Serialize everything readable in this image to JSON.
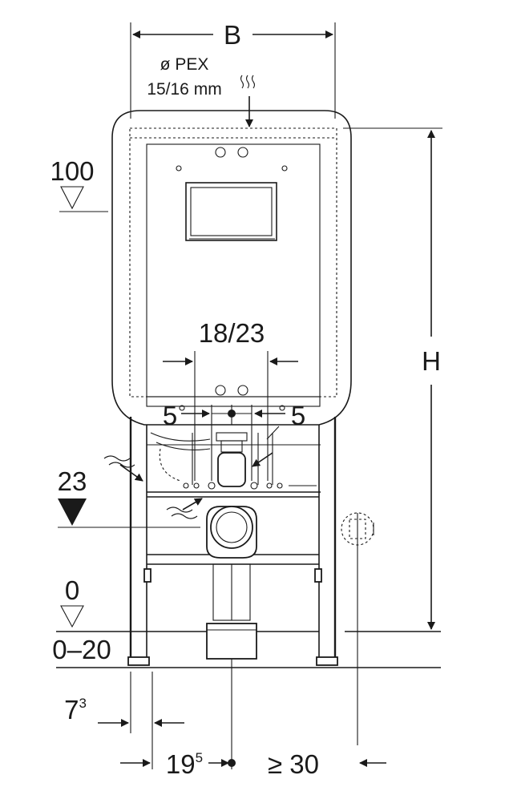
{
  "dimensions": {
    "width_label": "B",
    "height_label": "H",
    "pex_line1": "ø PEX",
    "pex_line2": "15/16 mm",
    "level_100": "100",
    "level_23": "23",
    "level_0": "0",
    "level_0_20": "0–20",
    "span_18_23": "18/23",
    "offset_left": "5",
    "offset_right": "5",
    "dim_7": "7",
    "dim_7_sup": "3",
    "dim_19": "19",
    "dim_19_sup": "5",
    "dim_30": "≥ 30"
  },
  "colors": {
    "line": "#1a1a1a",
    "background": "#ffffff"
  }
}
